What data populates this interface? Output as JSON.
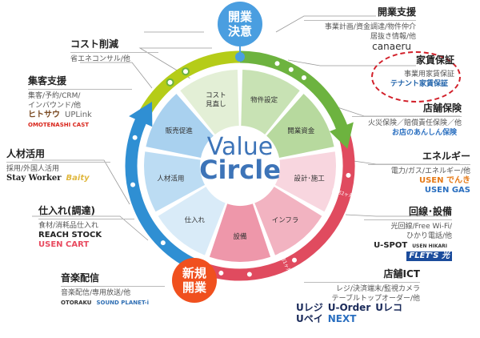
{
  "center": {
    "line1": "Value",
    "line2": "Circle"
  },
  "start": {
    "label1": "開業",
    "label2": "決意"
  },
  "open": {
    "label1": "新規",
    "label2": "開業"
  },
  "segments": [
    "物件設定",
    "開業資金",
    "設計･施工",
    "インフラ",
    "設備",
    "仕入れ",
    "人材活用",
    "販売促進",
    "コスト見直し"
  ],
  "segment_colors": [
    "#c8e2b4",
    "#b7d99e",
    "#f8d6df",
    "#f2b3c1",
    "#ee97aa",
    "#d9ebf8",
    "#bcdcf3",
    "#a9d1ef",
    "#e3efd6"
  ],
  "ring_labels": {
    "before2": "開店2ヶ月前",
    "before1": "開店1ヶ月前"
  },
  "colors": {
    "green": "#6db33f",
    "lime": "#b5cc18",
    "red": "#e04b5f",
    "blue": "#2f8fd3",
    "start": "#4a9ee0",
    "open": "#f0501e"
  },
  "blocks": {
    "cost": {
      "title": "コスト削減",
      "desc": "省エネコンサル/他"
    },
    "shukyaku": {
      "title": "集客支援",
      "desc1": "集客/予約/CRM/",
      "desc2": "インバウンド/他",
      "logos": [
        "ヒトサウ",
        "UPLink",
        "OMOTENASHI CAST"
      ]
    },
    "jinzai": {
      "title": "人材活用",
      "desc": "採用/外国人活用",
      "logos": [
        "Stay Worker",
        "Baity"
      ]
    },
    "shiire": {
      "title": "仕入れ(調達)",
      "desc": "食材/消耗品仕入れ",
      "logos": [
        "REACH STOCK",
        "USEN CART"
      ]
    },
    "ongaku": {
      "title": "音楽配信",
      "desc": "音楽配信/専用放送/他",
      "logos": [
        "OTORAKU",
        "SOUND PLANET-i"
      ]
    },
    "kaigyo": {
      "title": "開業支援",
      "desc1": "事業計画/資金調達/物件仲介",
      "desc2": "居抜き情報/他",
      "logos": [
        "canaeru"
      ]
    },
    "yachin": {
      "title": "家賃保証",
      "desc": "事業用家賃保証",
      "logos": [
        "テナント家賃保証"
      ]
    },
    "hoken": {
      "title": "店舗保険",
      "desc": "火災保険／賠償責任保険／他",
      "logos": [
        "お店のあんしん保険"
      ]
    },
    "energy": {
      "title": "エネルギー",
      "desc": "電力/ガス/エネルギー/他",
      "logos": [
        "USEN でんき",
        "USEN GAS"
      ]
    },
    "kaisen": {
      "title": "回線･設備",
      "desc1": "光回線/Free Wi-Fi/",
      "desc2": "ひかり電話/他",
      "logos": [
        "U-SPOT",
        "USEN HIKARI",
        "FLET'S 光"
      ]
    },
    "ict": {
      "title": "店舗ICT",
      "desc1": "レジ/決済端末/監視カメラ",
      "desc2": "テーブルトップオーダー/他",
      "logos": [
        "Uレジ",
        "U-Order",
        "Uレコ",
        "Uペイ",
        "NEXT"
      ]
    }
  }
}
